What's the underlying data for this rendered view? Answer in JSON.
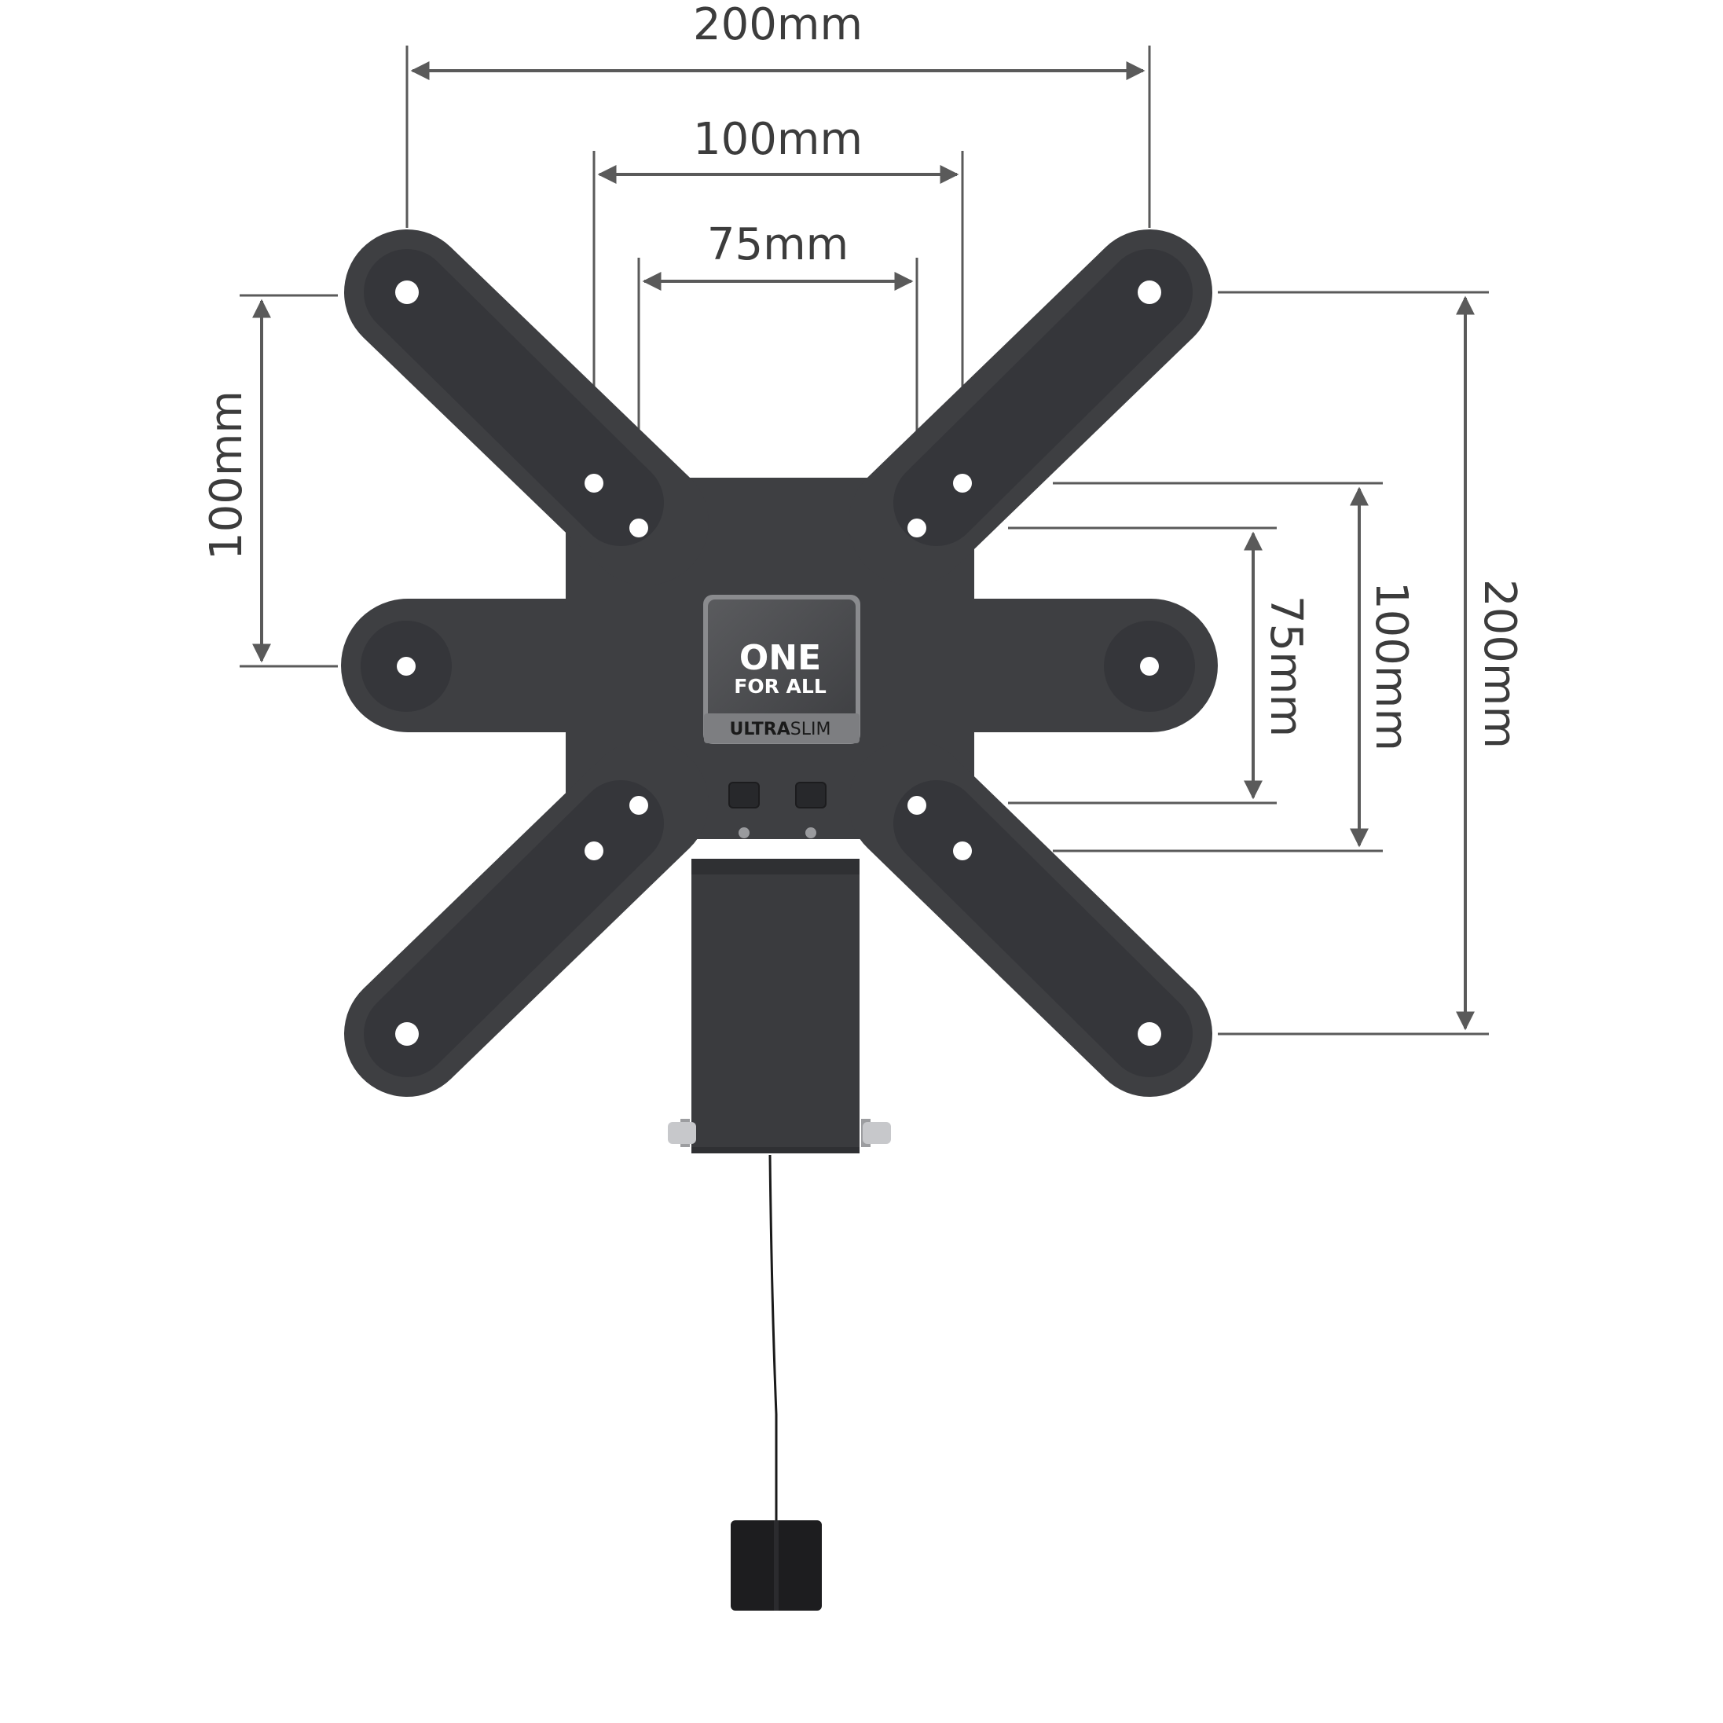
{
  "dimensions": {
    "top_200": "200mm",
    "top_100": "100mm",
    "top_75": "75mm",
    "left_100": "100mm",
    "right_75": "75mm",
    "right_100": "100mm",
    "right_200": "200mm"
  },
  "badge": {
    "brand_line1": "ONE",
    "brand_line2": "FOR ALL",
    "product_bold": "ULTRA",
    "product_light": "SLIM"
  },
  "colors": {
    "plate": "#3e3f42",
    "plate_edge": "#2c2d30",
    "badge": "#4a4b4e",
    "dimension_lines": "#5a5a5a"
  }
}
